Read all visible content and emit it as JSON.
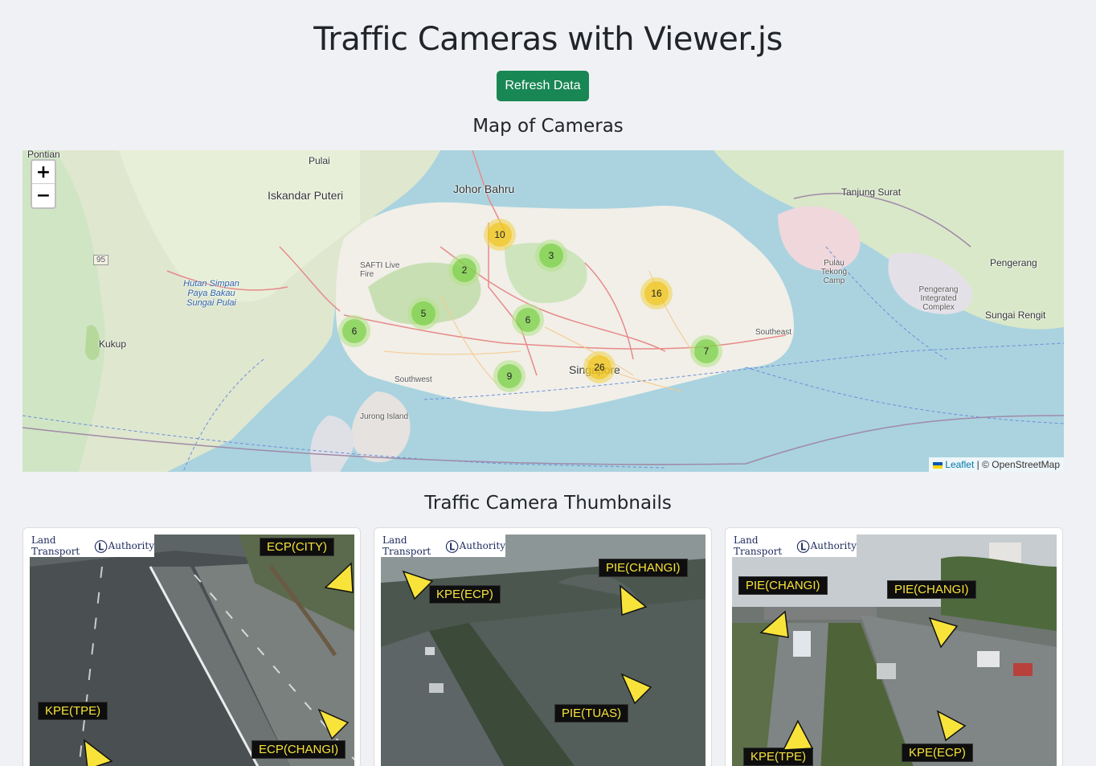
{
  "page": {
    "title": "Traffic Cameras with Viewer.js",
    "refresh_label": "Refresh Data",
    "map_heading": "Map of Cameras",
    "thumbs_heading": "Traffic Camera Thumbnails"
  },
  "map": {
    "zoom_in": "+",
    "zoom_out": "−",
    "attribution_link": "Leaflet",
    "attribution_text": "| © OpenStreetMap",
    "clusters": [
      {
        "count": "10",
        "color": "yellow"
      },
      {
        "count": "3",
        "color": "green"
      },
      {
        "count": "2",
        "color": "green"
      },
      {
        "count": "16",
        "color": "yellow"
      },
      {
        "count": "5",
        "color": "green"
      },
      {
        "count": "6",
        "color": "green"
      },
      {
        "count": "6",
        "color": "green"
      },
      {
        "count": "26",
        "color": "yellow"
      },
      {
        "count": "7",
        "color": "green"
      },
      {
        "count": "9",
        "color": "green"
      }
    ],
    "places": {
      "pontian": "Pontian",
      "pulai": "Pulai",
      "iskandar": "Iskandar Puteri",
      "johor": "Johor Bahru",
      "tanjung": "Tanjung Surat",
      "pengerang": "Pengerang",
      "sungai_rengit": "Sungai Rengit",
      "kukup": "Kukup",
      "singapore": "Singapore",
      "jurong": "Jurong Island",
      "hutan": "Hutan Simpan Paya Bakau Sungai Pulai",
      "pulau_tekong": "Pulau Tekong Camp",
      "pengerang_ic": "Pengerang Integrated Complex",
      "safti": "SAFTI Live Fire",
      "southwest": "Southwest",
      "southeast": "Southeast",
      "r95": "95"
    }
  },
  "cameras": [
    {
      "labels": [
        "ECP(CITY)",
        "KPE(TPE)",
        "ECP(CHANGI)"
      ]
    },
    {
      "labels": [
        "PIE(CHANGI)",
        "KPE(ECP)",
        "PIE(TUAS)"
      ]
    },
    {
      "labels": [
        "PIE(CHANGI)",
        "PIE(CHANGI)",
        "KPE(TPE)",
        "KPE(ECP)"
      ]
    }
  ],
  "lta": {
    "left": "Land Transport",
    "right": "Authority",
    "mark": "Ⓛ"
  },
  "colors": {
    "accent": "#198754",
    "cluster_green": "#6ecc39",
    "cluster_yellow": "#f0c20c"
  }
}
